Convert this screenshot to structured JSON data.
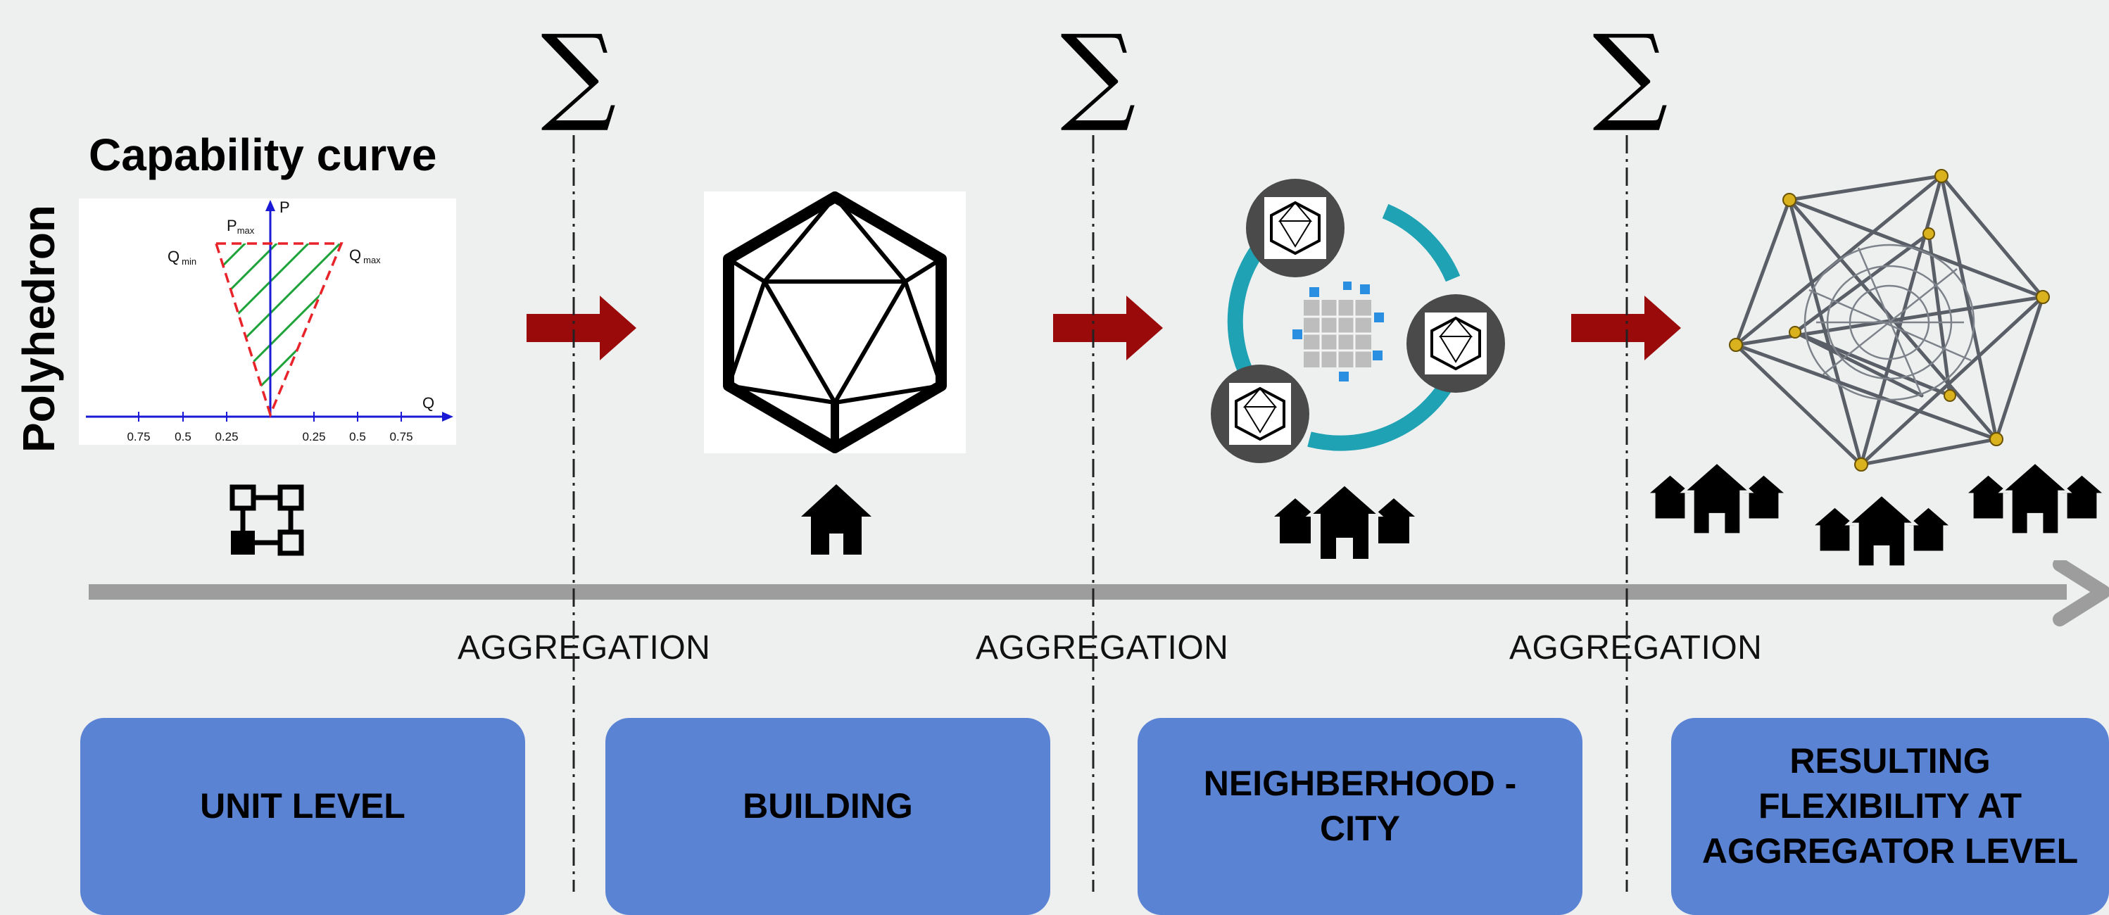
{
  "side_label": "Polyhedron",
  "capability": {
    "title": "Capability curve",
    "p_axis": "P",
    "p_max": "P",
    "p_max_sub": "max",
    "q_min": "Q",
    "q_min_sub": "min",
    "q_max": "Q",
    "q_max_sub": "max",
    "q_axis": "Q",
    "ticks": [
      "0.75",
      "0.5",
      "0.25",
      "0.25",
      "0.5",
      "0.75"
    ]
  },
  "sigma": "∑",
  "aggregation_labels": [
    "AGGREGATION",
    "AGGREGATION",
    "AGGREGATION"
  ],
  "stages": [
    {
      "label": "UNIT LEVEL"
    },
    {
      "label": "BUILDING"
    },
    {
      "label": "NEIGHBERHOOD -\nCITY"
    },
    {
      "label": "RESULTING\nFLEXIBILITY AT\nAGGREGATOR LEVEL"
    }
  ],
  "icons": {
    "unit": "network-node-icon",
    "house": "house-icon",
    "arrow": "right-arrow-icon",
    "timeline": "timeline-arrow-icon"
  },
  "colors": {
    "arrow_red": "#9b0a0a",
    "box_blue": "#5b83d4",
    "timeline_gray": "#9d9d9d",
    "ring_teal": "#1fa2b4",
    "curve_blue": "#1a1ad6",
    "curve_red": "#e8232a",
    "hatch_green": "#1ea23a"
  }
}
